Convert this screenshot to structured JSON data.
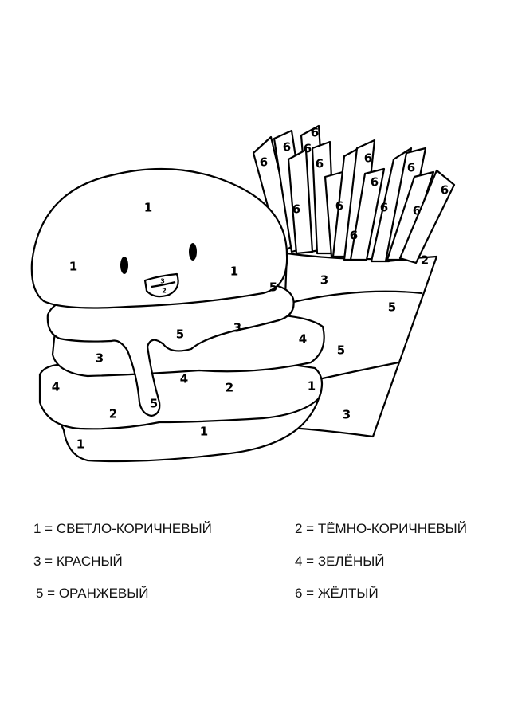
{
  "regions": {
    "bun_top": [
      "1",
      "1",
      "1"
    ],
    "mouth": [
      "3",
      "2"
    ],
    "cheese": [
      "5",
      "5",
      "5"
    ],
    "patty": [
      "3",
      "3",
      "4"
    ],
    "lettuce": [
      "4",
      "4",
      "1"
    ],
    "bun_bottom": [
      "2",
      "2",
      "1",
      "1"
    ],
    "fries": [
      "6",
      "6",
      "6",
      "6",
      "6",
      "6",
      "6",
      "6",
      "6",
      "6",
      "6",
      "6",
      "6"
    ],
    "carton": [
      "2",
      "3",
      "5",
      "5",
      "3"
    ]
  },
  "legend": [
    {
      "text": "1 = СВЕТЛО-КОРИЧНЕВЫЙ"
    },
    {
      "text": "2 = ТЁМНО-КОРИЧНЕВЫЙ"
    },
    {
      "text": "3 = КРАСНЫЙ"
    },
    {
      "text": "4 = ЗЕЛЁНЫЙ"
    },
    {
      "text": "5 = ОРАНЖЕВЫЙ"
    },
    {
      "text": "6 = ЖЁЛТЫЙ"
    }
  ]
}
